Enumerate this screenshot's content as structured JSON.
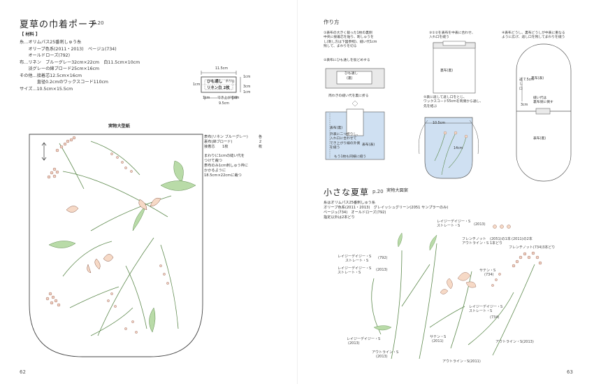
{
  "left": {
    "title": "夏草の巾着ポーチ",
    "page_ref": "p.20",
    "materials_heading": "【 材料 】",
    "materials": [
      "糸…オリムパス25番刺しゅう糸",
      "　　オリーブ色系(2011・2013)　ベージュ(734)",
      "　　オールドローズ(792)",
      "布…リネン　ブルーグレー32cm×22cm　白11.5cm×10cm",
      "　　淡グレーの綿ブロード25cm×16cm",
      "その他…接着芯12.5cm×16cm",
      "　　　　直径0.2cmのワックスコード110cm",
      "サイズ…10.5cm×15.5cm"
    ],
    "tab": {
      "line1": "ひも通し",
      "line1b": "折り山",
      "line2": "リネン白 2枚",
      "dim_top": "11.5cm",
      "dim_bottom": "9.5cm",
      "dim_left": "1cm",
      "dim_right_top": "1cm",
      "dim_right_mid": "3cm",
      "dim_right_bot": "1cm",
      "dim_bl": "1cm",
      "dim_br": "1cm",
      "finish": "でき上がり線"
    },
    "pattern_title": "実物大型紙",
    "pattern_notes": [
      "表布(リネン ブルーグレー)",
      "裏布(綿ブロード)",
      "接着芯　　1枚"
    ],
    "pattern_side": "各2枚",
    "pattern_notes2": [
      "まわりに1cmの縫い代を",
      "つけて裁つ",
      "",
      "表布のみ1cm刺しゅう枠に",
      "かかるように",
      "18.5cm×22cmに裁つ"
    ],
    "page_number": "62"
  },
  "right": {
    "howto_title": "作り方",
    "steps": [
      [
        "①表布の大きく裁った1枚の裏側",
        "中央に接着芯を貼り、刺しゅうを",
        "し(刺し方は下図参照)、縫い代1cm",
        "残して、まわりを切る"
      ],
      [
        "②表布にひも通しを仮どめする"
      ],
      [
        "③①②を表布を中表に合わせ、",
        "入れ口を縫う"
      ],
      [
        "④表布どうし、裏布どうしが中表に重なる",
        "ように広げ、返し口を残してまわりを縫う"
      ],
      [
        "⑤表に返して返し口をとじ、",
        "ワックスコード55cmを両側から通し、",
        "先を結ぶ"
      ]
    ],
    "labels": {
      "himo": "ひも通し",
      "himo_back": "(裏)",
      "fold_note": "両わきの縫い代を裏に折る",
      "omote_back": "表布(裏)",
      "omote": "表布(表)",
      "ura": "裏布(表)",
      "ura_back": "裏布(裏)",
      "step2_note": [
        "外表に二つ折りし、",
        "入れ口に合わせて",
        "でき上がり線の外側",
        "を縫う"
      ],
      "other_side": "もう1枚も同様に縫う",
      "other_side2": "もう1枚も同様に縫う",
      "kaeshi": "返し口",
      "kaeshi_size": "7.5cm",
      "three_cm": "3cm",
      "seam_note": [
        "縫い代は",
        "裏布側に倒す"
      ],
      "dim_w": "10.5cm",
      "dim_h": "14cm",
      "ura_back2": "裏布(裏)",
      "omote_back2": "表布(裏)"
    },
    "small_title": "小さな夏草",
    "small_ref": "p.20",
    "small_sub": "実物大図案",
    "small_materials": [
      "糸はオリムパス25番刺しゅう糸",
      "オリーブ色系(2011・2013)　グレイッシュグリーン(2051 サンプラーのみ)",
      "ベージュ(734)　オールドローズ(792)",
      "指定以外は2本どり"
    ],
    "callouts": [
      {
        "id": "c1",
        "text": "レイジーデイジー・S"
      },
      {
        "id": "c2",
        "text": "ストレート・S"
      },
      {
        "id": "c3",
        "text": "(2013)"
      },
      {
        "id": "c4",
        "text": "フレンチノット"
      },
      {
        "id": "c5",
        "text": "アウトライン・S"
      },
      {
        "id": "c6",
        "text": "(2051)の1本"
      },
      {
        "id": "c7",
        "text": "(2011)の2本"
      },
      {
        "id": "c8",
        "text": "1本どり"
      },
      {
        "id": "c9",
        "text": "フレンチノット(734)3本どり"
      },
      {
        "id": "c10",
        "text": "レイジーデイジー・S"
      },
      {
        "id": "c11",
        "text": "ストレート・S"
      },
      {
        "id": "c12",
        "text": "(792)"
      },
      {
        "id": "c13",
        "text": "レイジーデイジー・S"
      },
      {
        "id": "c14",
        "text": "ストレート・S"
      },
      {
        "id": "c15",
        "text": "(2013)"
      },
      {
        "id": "c16",
        "text": "サテン・S"
      },
      {
        "id": "c17",
        "text": "(734)"
      },
      {
        "id": "c18",
        "text": "レイジーデイジー・S"
      },
      {
        "id": "c19",
        "text": "ストレート・S"
      },
      {
        "id": "c20",
        "text": "(734)"
      },
      {
        "id": "c21",
        "text": "レイジーデイジー・S"
      },
      {
        "id": "c22",
        "text": "(2013)"
      },
      {
        "id": "c23",
        "text": "サテン・S"
      },
      {
        "id": "c24",
        "text": "(2011)"
      },
      {
        "id": "c25",
        "text": "アウトライン・S"
      },
      {
        "id": "c26",
        "text": "(2013)"
      },
      {
        "id": "c27",
        "text": "アウトライン・S(2011)"
      },
      {
        "id": "c28",
        "text": "アウトライン・S(2013)"
      }
    ],
    "page_number": "63"
  },
  "colors": {
    "line": "#555555",
    "green": "#9ec98c",
    "green_dark": "#5e8a4e",
    "blue": "#cfe0f2",
    "pink": "#f3cfc1",
    "peach": "#f6d9c6",
    "gray": "#e9e9e9"
  }
}
